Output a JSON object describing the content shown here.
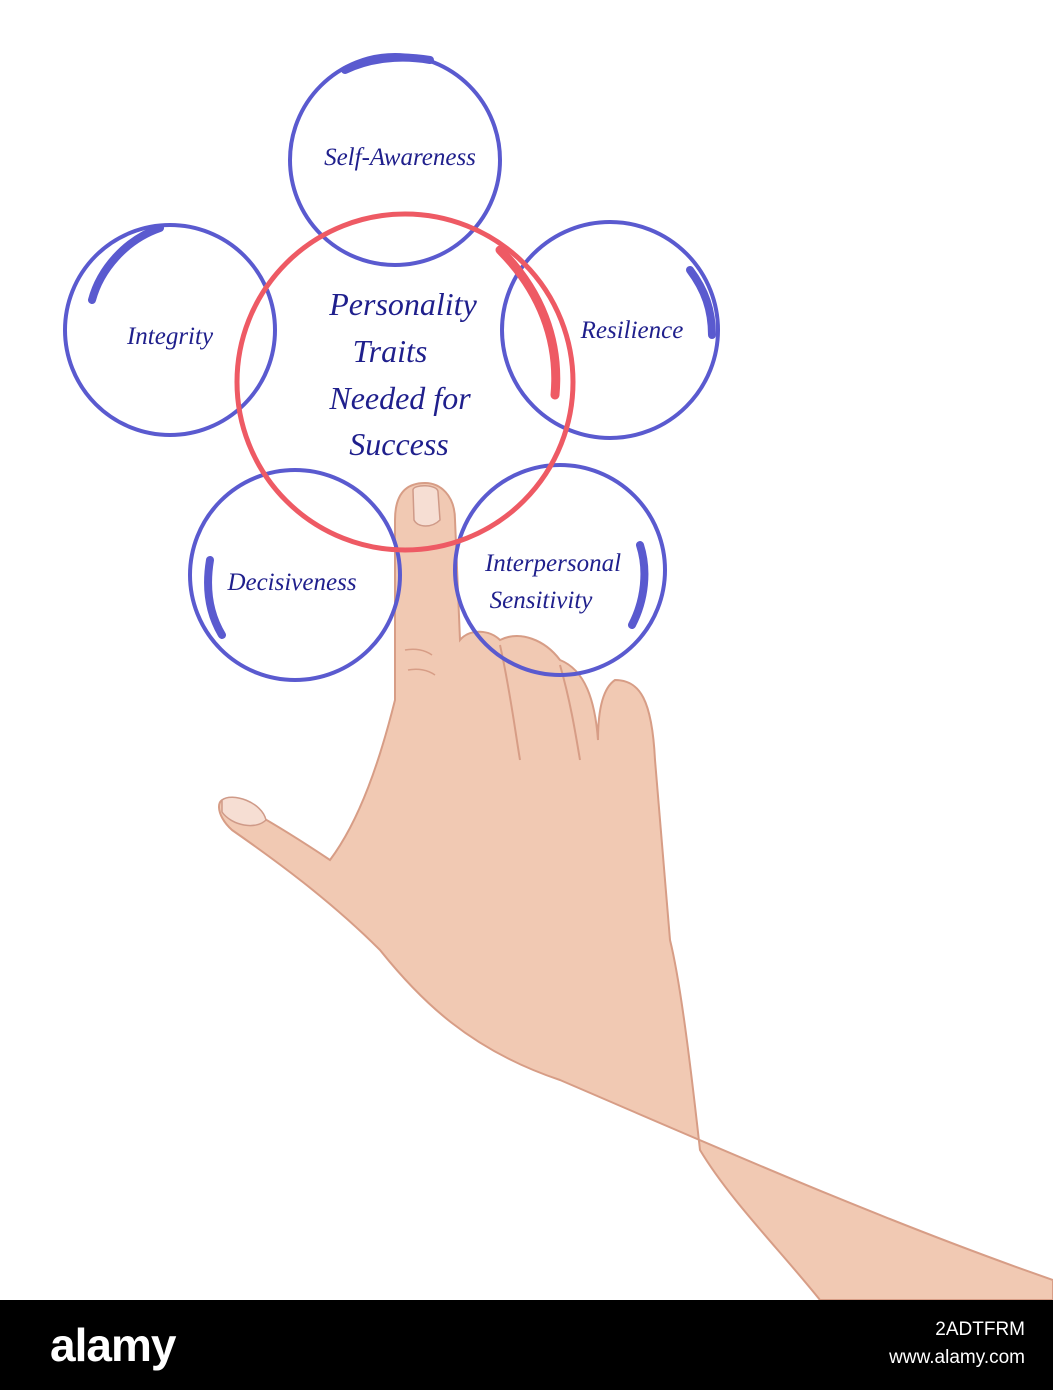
{
  "diagram": {
    "center_title": [
      "Personality",
      "Traits",
      "Needed for",
      "Success"
    ],
    "traits": {
      "self_awareness": "Self-Awareness",
      "integrity": "Integrity",
      "resilience": "Resilience",
      "decisiveness": "Decisiveness",
      "interpersonal": [
        "Interpersonal",
        "Sensitivity"
      ]
    },
    "colors": {
      "outer_circles": "#5a5acf",
      "center_circle": "#ee5a64",
      "text": "#1f1f8c",
      "skin": "#f1c9b3"
    }
  },
  "footer": {
    "logo": "alamy",
    "image_id": "2ADTFRM",
    "site": "www.alamy.com"
  }
}
